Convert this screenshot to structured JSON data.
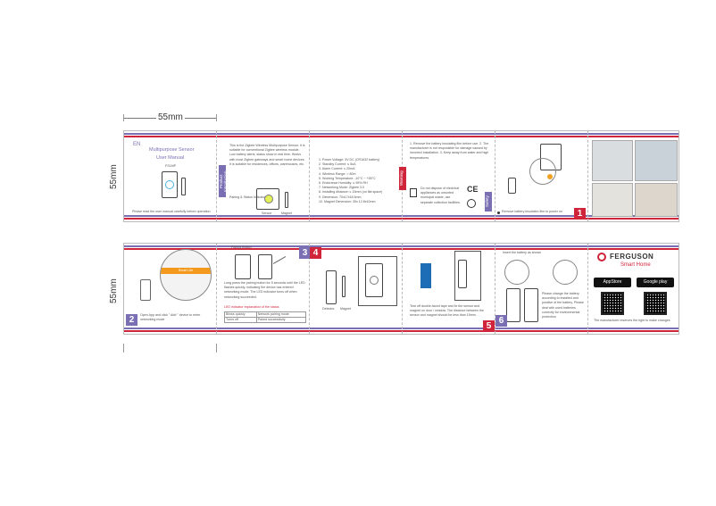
{
  "dimensions": {
    "width_label": "55mm",
    "height_label_top": "55mm",
    "height_label_bottom": "55mm"
  },
  "colors": {
    "accent_purple": "#7b6fb4",
    "accent_red": "#d0243a"
  },
  "top_strip": {
    "cover": {
      "lang": "EN",
      "title": "Multipurpose Sensor",
      "subtitle": "User Manual",
      "model": "FS1MP",
      "note": "Please read the user manual carefully before operation"
    },
    "intro": {
      "tab": "Product Introduction",
      "text": "This is the Zigbee Wireless Multipurpose Sensor. It is suitable for conventional Zigbee wireless module. Low battery alerts, status show in real time. Works with most Zigbee gateways and smart home devices. It is suitable for residences, offices, warehouses, etc.",
      "label_indicator": "Pairing & Status Indicator",
      "label_sensor": "Sensor",
      "label_magnet": "Magnet"
    },
    "specs": {
      "items": [
        "1. Power Voltage: 3V DC (CR1632 battery)",
        "2. Standby Current: ≤ 5uA",
        "3. Alarm Current: ≤ 20mA",
        "4. Wireless Range: > 80m",
        "5. Working Temperature: -10°C ~ +55°C",
        "6. Endurance Humidity: ≤ 95% RH",
        "7. Networking Mode: Zigbee 3.0",
        "8. Installing distance: ≤ 15mm (on flat space)",
        "9. Dimension: 70x17x18.5mm",
        "10. Magnet Dimension: 35x 12.8x10mm"
      ]
    },
    "warnings": {
      "tab": "Warning",
      "text": "1. Remove the battery insulating film before use. 2. The manufacturer is not responsible for damage caused by incorrect installation. 3. Keep away from water and high temperatures.",
      "disposal_text": "Do not dispose of electrical appliances as unsorted municipal waste, use separate collection facilities.",
      "ce": "CE",
      "tab2": "Safety"
    },
    "step1": {
      "number": "1",
      "caption": "Remove battery insulation film to power on"
    }
  },
  "bottom_strip": {
    "step2": {
      "number": "2",
      "caption": "Open App and click \" Add \" device to enter networking mode",
      "app_bar": "Smart Life"
    },
    "step34": {
      "number3": "3",
      "number4": "4",
      "label_bottom": "Pairing Button",
      "text": "Long press the pairing button for 5 seconds until the LED flashes quickly, indicating the device has entered networking mode. The LED indicator turns off when networking succeeded.",
      "table_title": "LED indicator explanation of the status",
      "table_rows": [
        [
          "Blinks quickly",
          "Network pairing mode"
        ],
        [
          "Turns off",
          "Paired successfully"
        ]
      ],
      "label_detector": "Detector",
      "label_magnet": "Magnet"
    },
    "step5": {
      "number": "5",
      "text": "Tear off double-faced tape and fix the sensor and magnet on door / window. The distance between the sensor and magnet should be less than 15mm."
    },
    "step6": {
      "number": "6",
      "header": "Insert the battery as shown",
      "text": "Please change the battery according to installed and positive of the battery. Please deal with used batteries correctly for environmental protection"
    },
    "brand": {
      "name": "FERGUSON",
      "sub": "Smart Home",
      "appstore": "AppStore",
      "googleplay": "Google play",
      "footer": "The manufacturer reserves the right to make changes"
    }
  }
}
